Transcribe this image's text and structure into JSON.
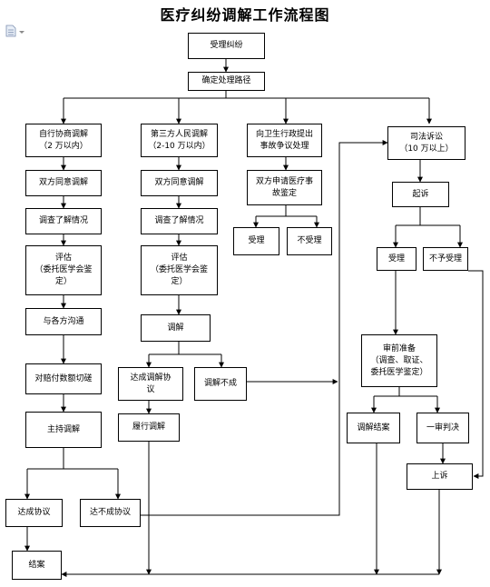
{
  "title": "医疗纠纷调解工作流程图",
  "nodes": {
    "accept": "受理纠纷",
    "route": "确定处理路径",
    "self_mediation": "自行协商调解\n（2 万以内）",
    "third_party": "第三方人民调解\n（2-10 万以内）",
    "health_admin": "向卫生行政提出\n事故争议处理",
    "litigation": "司法诉讼\n（10 万以上）",
    "a_agree": "双方同意调解",
    "a_investigate": "调查了解情况",
    "a_assess": "评估\n（委托医学会鉴\n定）",
    "a_communicate": "与各方沟通",
    "a_settle_amount": "对赔付数额切磋",
    "a_host": "主持调解",
    "a_reached": "达成协议",
    "a_not_reached": "达不成协议",
    "b_agree": "双方同意调解",
    "b_investigate": "调查了解情况",
    "b_assess": "评估\n（委托医学会鉴\n定）",
    "b_mediate": "调解",
    "b_reached": "达成调解协\n议",
    "b_fail": "调解不成",
    "b_perform": "履行调解",
    "c_apply": "双方申请医疗事\n故鉴定",
    "c_accepted": "受理",
    "c_rejected": "不受理",
    "d_sue": "起诉",
    "d_accepted": "受理",
    "d_rejected": "不予受理",
    "d_pretrial": "审前准备\n（调查、取证、\n委托医学鉴定）",
    "d_mediation_close": "调解结案",
    "d_first_trial": "一审判决",
    "d_appeal": "上诉",
    "close": "结案"
  }
}
